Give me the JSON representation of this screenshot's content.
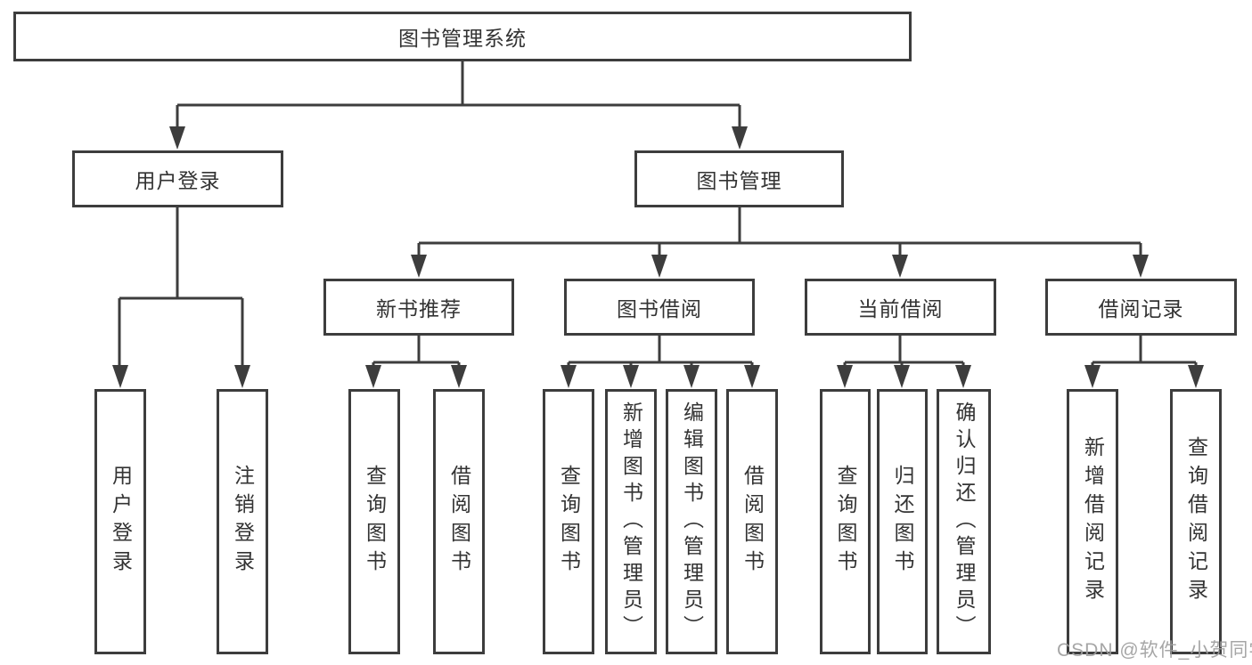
{
  "tree": {
    "label": "图书管理系统",
    "children": [
      {
        "label": "用户登录",
        "children": [
          {
            "label": "用户登录"
          },
          {
            "label": "注销登录"
          }
        ]
      },
      {
        "label": "图书管理",
        "children": [
          {
            "label": "新书推荐",
            "children": [
              {
                "label": "查询图书"
              },
              {
                "label": "借阅图书"
              }
            ]
          },
          {
            "label": "图书借阅",
            "children": [
              {
                "label": "查询图书"
              },
              {
                "label": "新增图书（管理员）"
              },
              {
                "label": "编辑图书（管理员）"
              },
              {
                "label": "借阅图书"
              }
            ]
          },
          {
            "label": "当前借阅",
            "children": [
              {
                "label": "查询图书"
              },
              {
                "label": "归还图书"
              },
              {
                "label": "确认归还（管理员）"
              }
            ]
          },
          {
            "label": "借阅记录",
            "children": [
              {
                "label": "新增借阅记录"
              },
              {
                "label": "查询借阅记录"
              }
            ]
          }
        ]
      }
    ]
  },
  "watermark": "CSDN @软件_小贺同学",
  "colors": {
    "line": "#3d3d3d",
    "text": "#333333",
    "background": "#ffffff",
    "watermark": "#9e9e9e"
  }
}
